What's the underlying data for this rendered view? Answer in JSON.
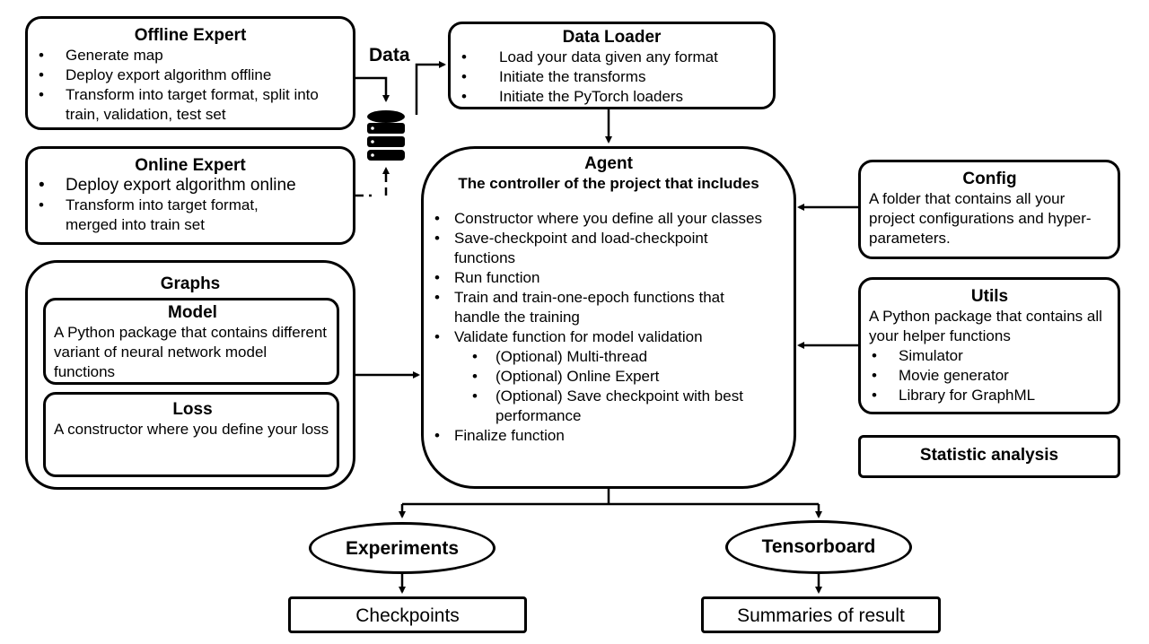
{
  "data_label": "Data",
  "offline_expert": {
    "title": "Offline Expert",
    "items": [
      "Generate map",
      "Deploy export algorithm offline",
      "Transform into target format, split into train, validation, test set"
    ]
  },
  "online_expert": {
    "title": "Online Expert",
    "items": [
      "Deploy export algorithm online",
      "Transform into target format, merged into train set"
    ]
  },
  "data_loader": {
    "title": "Data Loader",
    "items": [
      "Load your data given any format",
      "Initiate the transforms",
      "Initiate the PyTorch loaders"
    ]
  },
  "agent": {
    "title": "Agent",
    "subtitle": "The controller of the project that includes",
    "items": [
      "Constructor where you define all your classes",
      "Save-checkpoint and load-checkpoint functions",
      "Run function",
      "Train and train-one-epoch functions that handle the training",
      "Validate function for model validation"
    ],
    "sub_items": [
      "(Optional) Multi-thread",
      "(Optional) Online Expert",
      "(Optional) Save checkpoint with best performance"
    ],
    "final_item": "Finalize function"
  },
  "config": {
    "title": "Config",
    "text": "A folder that contains all your project configurations and hyper-parameters."
  },
  "utils": {
    "title": "Utils",
    "text": "A Python package that contains all your helper functions",
    "items": [
      "Simulator",
      "Movie generator",
      "Library for GraphML"
    ]
  },
  "statistic": {
    "title": "Statistic analysis"
  },
  "graphs": {
    "title": "Graphs",
    "model": {
      "title": "Model",
      "text": "A Python package that contains different variant of neural network model functions"
    },
    "loss": {
      "title": "Loss",
      "text": "A constructor where you define your loss"
    }
  },
  "experiments": {
    "title": "Experiments",
    "output": "Checkpoints"
  },
  "tensorboard": {
    "title": "Tensorboard",
    "output": "Summaries of result"
  }
}
